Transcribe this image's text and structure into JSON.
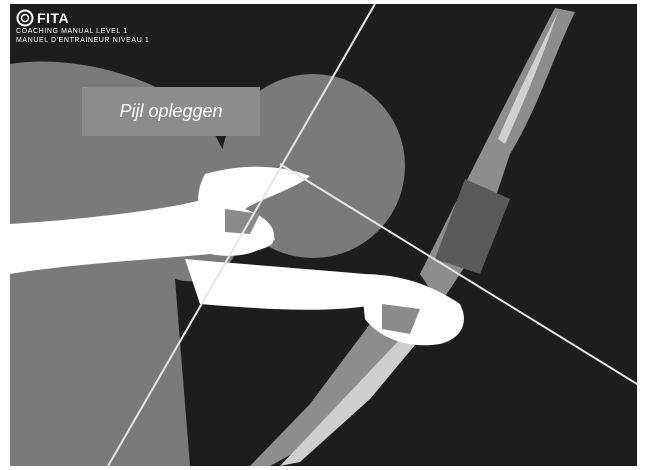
{
  "brand": {
    "name": "FITA",
    "line1": "Coaching Manual Level 1",
    "line2": "Manuel d'Entraineur Niveau 1"
  },
  "caption": "Pijl opleggen",
  "colors": {
    "background": "#1d1d1d",
    "silhouette": "#7a7a7a",
    "highlight": "#ffffff",
    "caption_box": "#8c8c8c"
  },
  "icons": [
    "fita-logo-icon"
  ]
}
